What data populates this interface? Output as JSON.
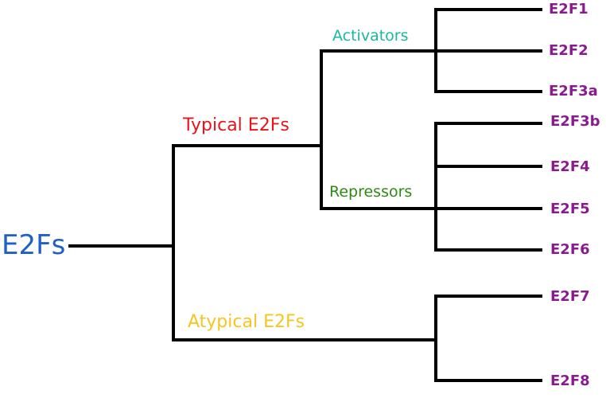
{
  "root": {
    "label": "E2Fs",
    "color": "#1f5fc8"
  },
  "typical": {
    "label": "Typical E2Fs",
    "color": "#e8141b"
  },
  "atypical": {
    "label": "Atypical E2Fs",
    "color": "#f7c520"
  },
  "activators": {
    "label": "Activators",
    "color": "#16b9a0"
  },
  "repressors": {
    "label": "Repressors",
    "color": "#2f8a14"
  },
  "leaves": {
    "color": "#8a1b8f",
    "activator_members": [
      "E2F1",
      "E2F2",
      "E2F3a"
    ],
    "repressor_members": [
      "E2F3b",
      "E2F4",
      "E2F5",
      "E2F6"
    ],
    "atypical_members": [
      "E2F7",
      "E2F8"
    ]
  },
  "line_color": "#000000"
}
